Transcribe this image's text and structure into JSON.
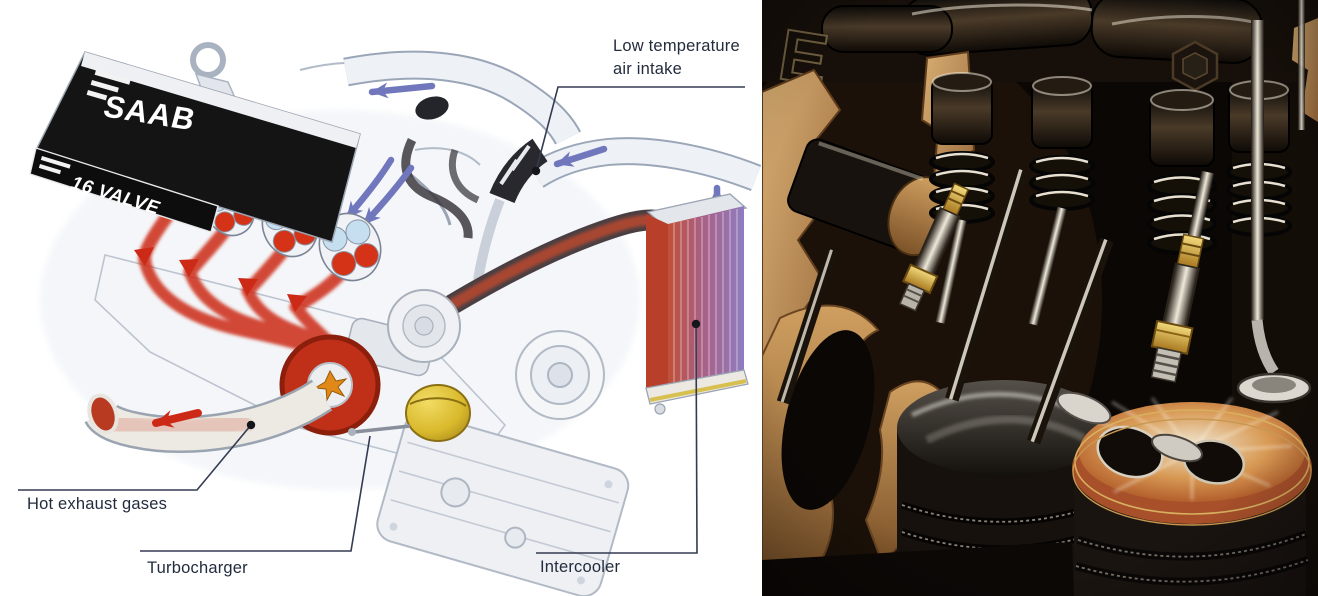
{
  "left_panel": {
    "branding": {
      "logo_text": "SAAB",
      "valve_text": "16 VALVE"
    },
    "labels": {
      "air_intake_line1": "Low temperature",
      "air_intake_line2": "air intake",
      "hot_exhaust": "Hot exhaust gases",
      "turbocharger": "Turbocharger",
      "intercooler": "Intercooler"
    },
    "flow_colors": {
      "cool_intake_air": "#7177bd",
      "hot_exhaust_gas": "#cc2a16",
      "intercooler_hot_side": "#c05038",
      "intercooler_cool_side": "#8f7cc0",
      "wastegate_actuator": "#d9b92c"
    },
    "icons": {
      "cool_air_arrows": "curved-arrow-blue",
      "hot_gas_arrows": "curved-arrow-red",
      "leader_dots": "dot-marker"
    }
  },
  "right_panel": {
    "embossed_letter": "E"
  }
}
